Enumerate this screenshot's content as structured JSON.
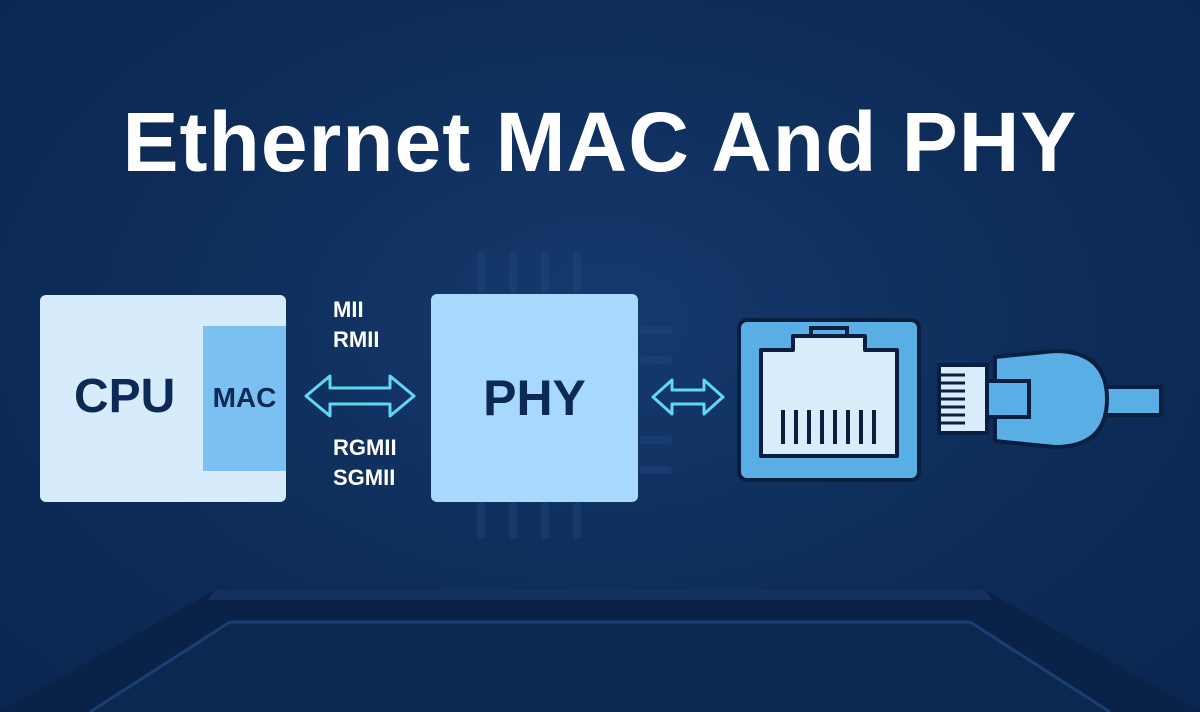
{
  "title": "Ethernet MAC And PHY",
  "cpu": {
    "label": "CPU"
  },
  "mac": {
    "label": "MAC"
  },
  "phy": {
    "label": "PHY"
  },
  "interfaces": {
    "top": [
      "MII",
      "RMII"
    ],
    "bottom": [
      "RGMII",
      "SGMII"
    ]
  },
  "colors": {
    "background": "#0c2a55",
    "cpu_fill": "#d6ecfd",
    "mac_fill": "#7ac0f2",
    "phy_fill": "#a6d9fb",
    "arrow": "#5fd8f3",
    "jack_fill": "#5aaee6",
    "text_dark": "#0c2a55"
  },
  "icons": {
    "left_arrow": "double-arrow-icon",
    "right_arrow": "double-arrow-icon",
    "jack": "rj45-port-icon",
    "plug": "ethernet-plug-icon"
  }
}
